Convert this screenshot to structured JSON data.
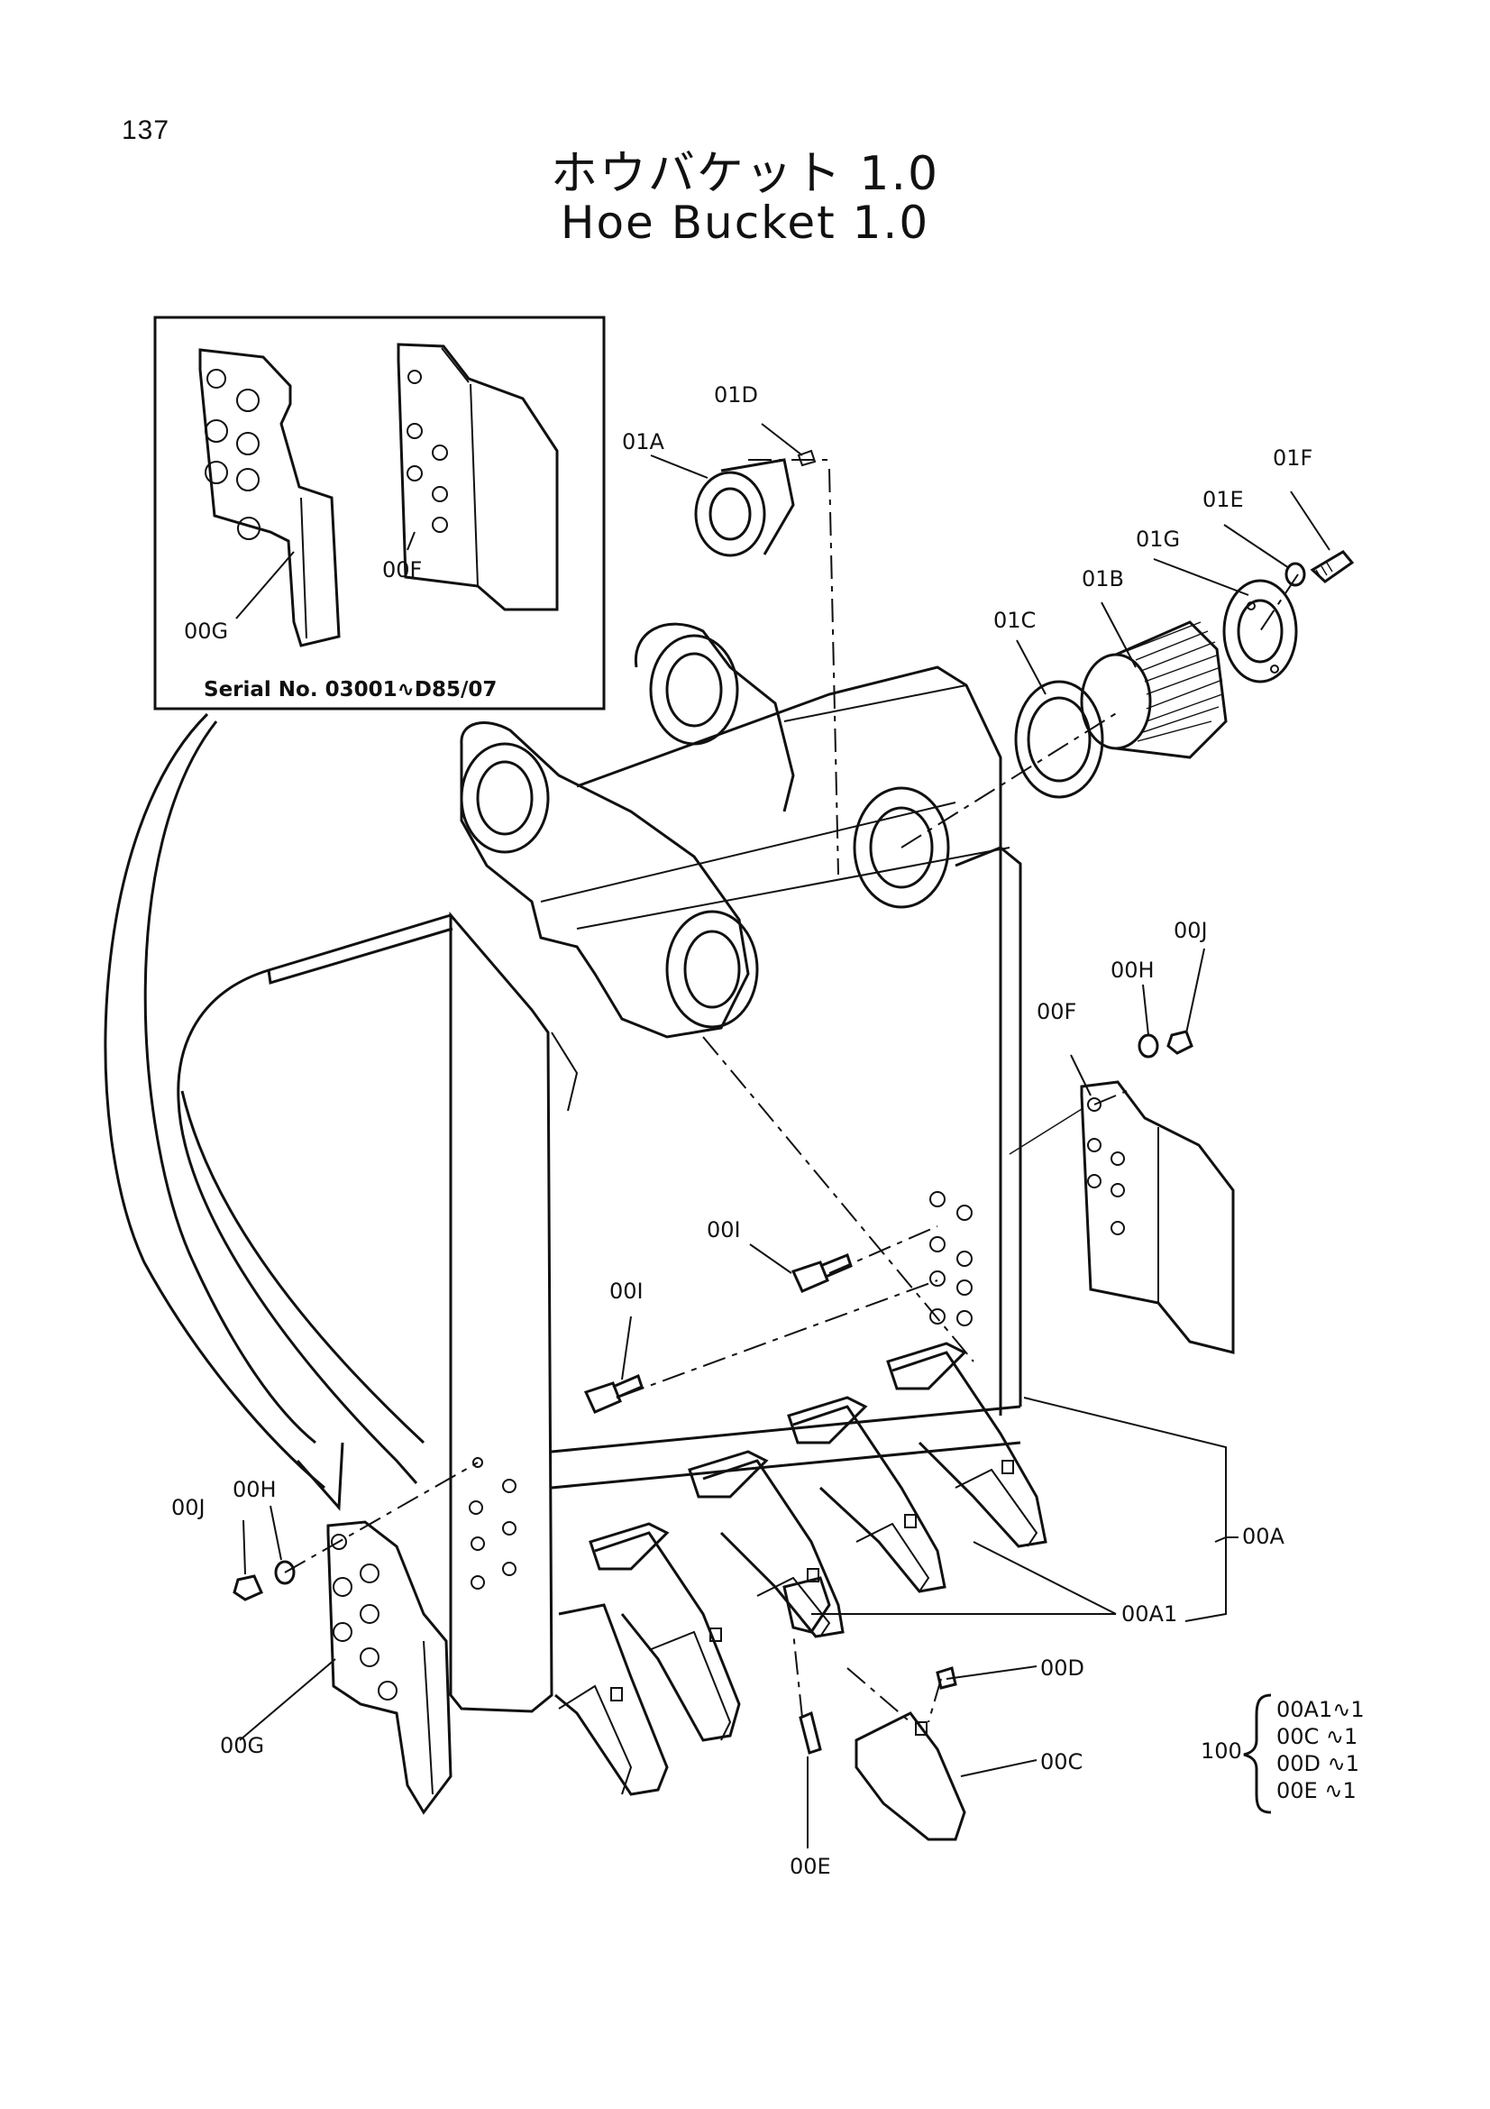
{
  "page": {
    "number": "137"
  },
  "title": {
    "japanese": "ホウバケット 1.0",
    "english": "Hoe Bucket 1.0"
  },
  "inset": {
    "serial": "Serial No. 03001∿D85/07"
  },
  "parts": {
    "p01D": "01D",
    "p01A": "01A",
    "p01F": "01F",
    "p01E": "01E",
    "p01G": "01G",
    "p01B": "01B",
    "p01C": "01C",
    "p00G": "00G",
    "p00F": "00F",
    "p00J": "00J",
    "p00H": "00H",
    "p00I": "00I",
    "p00A": "00A",
    "p00A1": "00A1",
    "p00D": "00D",
    "p00C": "00C",
    "p00E": "00E"
  },
  "kit": {
    "qty": "100",
    "items": [
      "00A1∿1",
      "00C ∿1",
      "00D ∿1",
      "00E ∿1"
    ]
  }
}
